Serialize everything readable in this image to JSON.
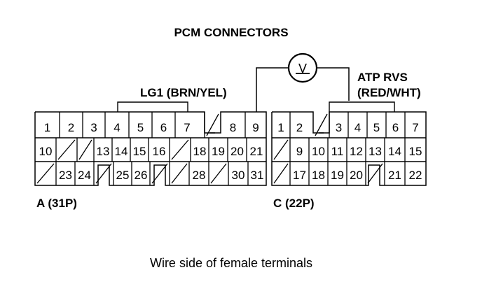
{
  "title": "PCM CONNECTORS",
  "caption": "Wire side of female terminals",
  "meter_symbol": "V",
  "connector_a": {
    "label": "A (31P)",
    "callout": "LG1 (BRN/YEL)",
    "rows": [
      [
        "1",
        "2",
        "3",
        "4",
        "5",
        "6",
        "7",
        "",
        "8",
        "9"
      ],
      [
        "10",
        "",
        "",
        "13",
        "14",
        "15",
        "16",
        "",
        "18",
        "19",
        "20",
        "21"
      ],
      [
        "",
        "23",
        "24",
        "",
        "25",
        "26",
        "",
        "",
        "28",
        "",
        "30",
        "31"
      ]
    ]
  },
  "connector_c": {
    "label": "C (22P)",
    "callout_line1": "ATP RVS",
    "callout_line2": "(RED/WHT)",
    "rows": [
      [
        "1",
        "2",
        "",
        "3",
        "4",
        "5",
        "6",
        "7"
      ],
      [
        "",
        "9",
        "10",
        "11",
        "12",
        "13",
        "14",
        "15"
      ],
      [
        "",
        "17",
        "18",
        "19",
        "20",
        "",
        "21",
        "22"
      ]
    ]
  }
}
